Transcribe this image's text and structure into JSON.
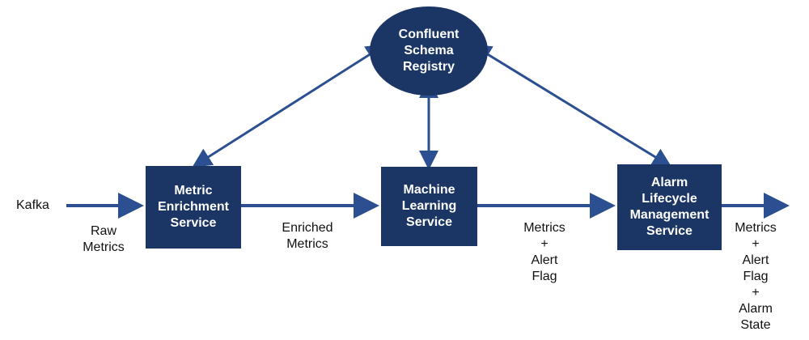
{
  "diagram": {
    "nodes": {
      "registry": "Confluent\nSchema\nRegistry",
      "enrichment": "Metric\nEnrichment\nService",
      "ml": "Machine\nLearning\nService",
      "alarm": "Alarm\nLifecycle\nManagement\nService"
    },
    "labels": {
      "source": "Kafka",
      "raw": "Raw\nMetrics",
      "enriched": "Enriched\nMetrics",
      "alert": "Metrics\n+\nAlert\nFlag",
      "final": "Metrics\n+\nAlert\nFlag\n+\nAlarm\nState"
    },
    "colors": {
      "node_fill": "#1b3565",
      "arrow": "#2b4f91",
      "text": "#111111"
    }
  }
}
